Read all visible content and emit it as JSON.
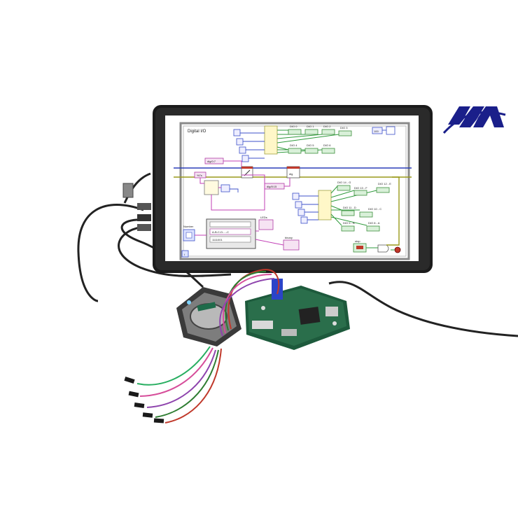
{
  "logo": {
    "icon": "stylized-m-logo",
    "color": "#1a1f8a"
  },
  "labview": {
    "frame_title": "Digital I/O",
    "dio_top": [
      "DIO 0",
      "DIO 1",
      "DIO 2",
      "DIO 3",
      "DIO 4",
      "DIO 5",
      "DIO 6"
    ],
    "dio_bottom": [
      "DIO 14 - G",
      "DIO 13 - F",
      "DIO 12 - E",
      "DIO 11 - D",
      "DIO 10 - C",
      "DIO 9 - B",
      "DIO 8 - A"
    ],
    "constant_100": "100",
    "channel_top": "dig/0:7",
    "channel_bottom": "dig/8:15",
    "format_string": "%7s",
    "array_text": "A-B-C-D-...-C",
    "binary_value": "1111001",
    "number_label": "Number",
    "leds_label": "LEDs",
    "binary_label": "binary",
    "stop_label": "stop",
    "loop_index": "i"
  },
  "colors": {
    "boolean_wire": "#2f9a3c",
    "string_wire": "#c23fb6",
    "numeric_wire": "#2b3fb8",
    "error_wire": "#9a9a1a"
  }
}
